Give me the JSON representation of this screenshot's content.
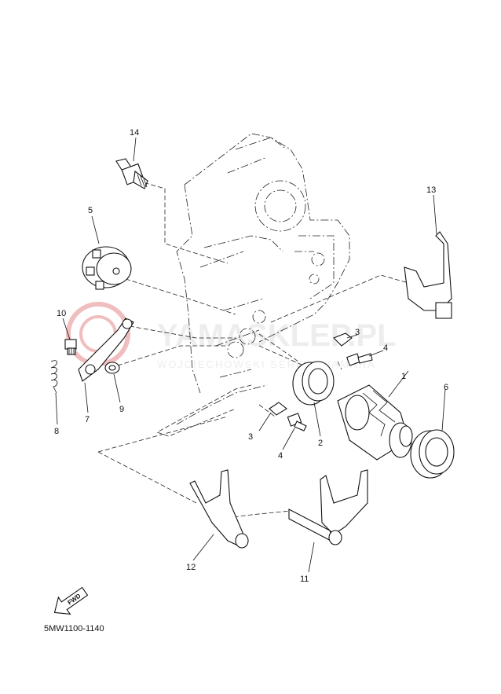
{
  "diagram": {
    "part_numbers": [
      {
        "id": "1",
        "text": "1"
      },
      {
        "id": "2",
        "text": "2"
      },
      {
        "id": "3a",
        "text": "3"
      },
      {
        "id": "3b",
        "text": "3"
      },
      {
        "id": "4a",
        "text": "4"
      },
      {
        "id": "4b",
        "text": "4"
      },
      {
        "id": "5",
        "text": "5"
      },
      {
        "id": "6",
        "text": "6"
      },
      {
        "id": "7",
        "text": "7"
      },
      {
        "id": "8",
        "text": "8"
      },
      {
        "id": "9",
        "text": "9"
      },
      {
        "id": "10",
        "text": "10"
      },
      {
        "id": "11",
        "text": "11"
      },
      {
        "id": "12",
        "text": "12"
      },
      {
        "id": "13",
        "text": "13"
      },
      {
        "id": "14",
        "text": "14"
      }
    ],
    "fwd_label": "FWD",
    "diagram_code": "5MW1100-1140"
  },
  "watermark": {
    "main": "YAMASKLEP.PL",
    "sub": "WOJCIECHOWSKI SERWIS YAMAHA",
    "logo_color": "#e07070"
  }
}
